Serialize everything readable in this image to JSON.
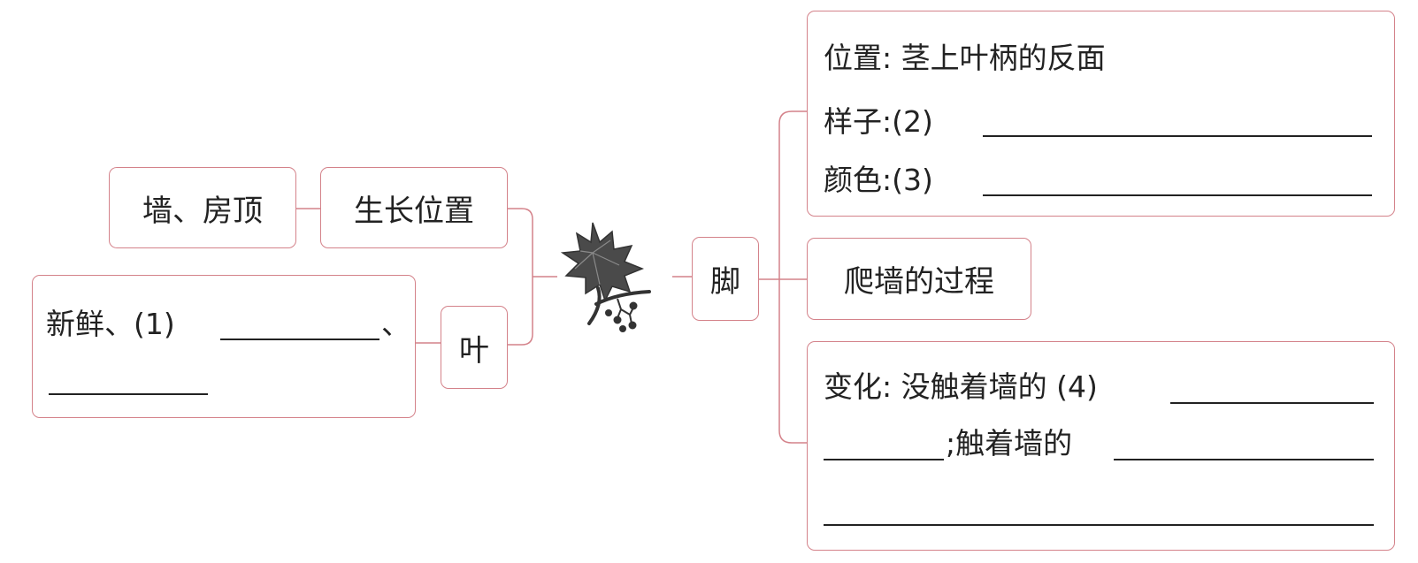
{
  "nodes": {
    "wall_roof": "墙、房顶",
    "growth_location": "生长位置",
    "leaf": "叶",
    "foot": "脚",
    "climb_process": "爬墙的过程"
  },
  "leaf_desc": {
    "line1_prefix": "新鲜、(1)",
    "line1_suffix": "、"
  },
  "foot_desc": {
    "position": "位置: 茎上叶柄的反面",
    "shape": "样子:(2)",
    "color": "颜色:(3)"
  },
  "change_desc": {
    "line1": "变化: 没触着墙的 (4)",
    "line2_mid": ";触着墙的"
  },
  "colors": {
    "border": "#d4828a",
    "text": "#222222"
  },
  "icons": {
    "center": "ivy-leaf-icon"
  }
}
